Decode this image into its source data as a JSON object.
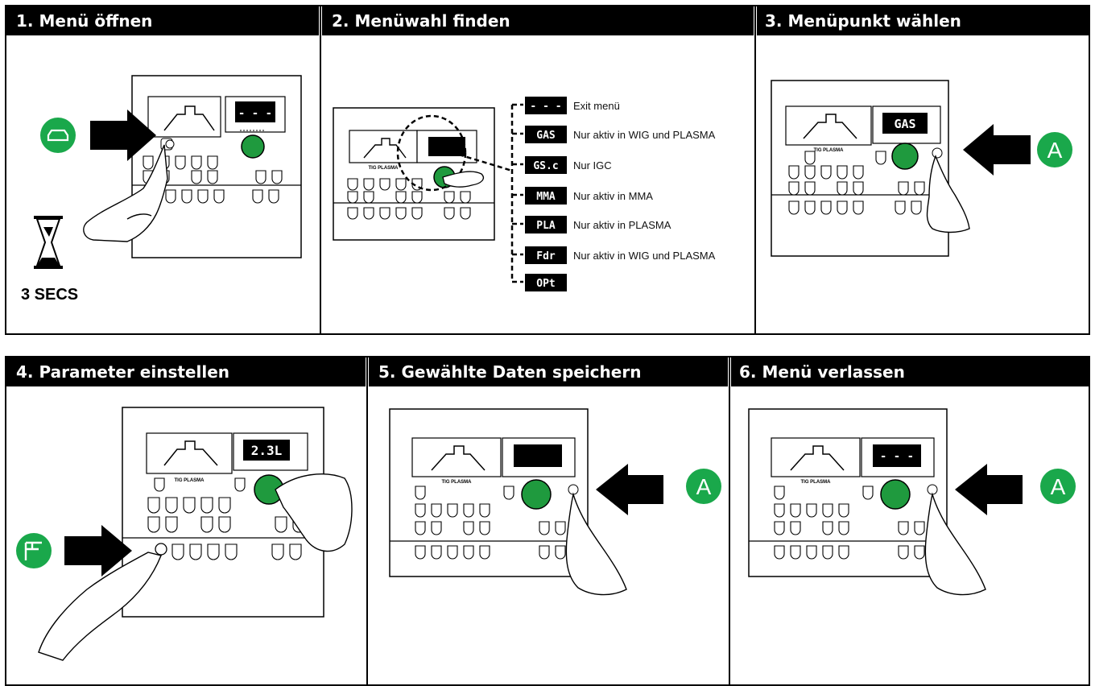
{
  "steps": [
    {
      "title": "1. Menü öffnen",
      "display": "- - -"
    },
    {
      "title": "2. Menüwahl finden",
      "display": ""
    },
    {
      "title": "3. Menüpunkt wählen",
      "display": "GAS"
    },
    {
      "title": "4. Parameter einstellen",
      "display": "2.3L"
    },
    {
      "title": "5. Gewählte Daten speichern",
      "display": ""
    },
    {
      "title": "6. Menü verlassen",
      "display": "- - -"
    }
  ],
  "panel_label": "TIG PLASMA",
  "timer_label": "3 SECS",
  "button_a_label": "A",
  "menu": [
    {
      "code": "- - -",
      "label": "Exit menü"
    },
    {
      "code": "GAS",
      "label": "Nur aktiv in WIG und PLASMA"
    },
    {
      "code": "GS.c",
      "label": "Nur IGC"
    },
    {
      "code": "MMA",
      "label": "Nur aktiv in MMA"
    },
    {
      "code": "PLA",
      "label": "Nur aktiv in PLASMA"
    },
    {
      "code": "Fdr",
      "label": "Nur aktiv in WIG und PLASMA"
    },
    {
      "code": "OPt",
      "label": ""
    }
  ],
  "colors": {
    "accent_green": "#1aa84b",
    "knob_green": "#1f9a3e",
    "black": "#000000"
  },
  "icons": [
    "arrow-right-icon",
    "arrow-left-icon",
    "hand-icon",
    "hourglass-icon",
    "torch-icon",
    "pedal-icon"
  ]
}
